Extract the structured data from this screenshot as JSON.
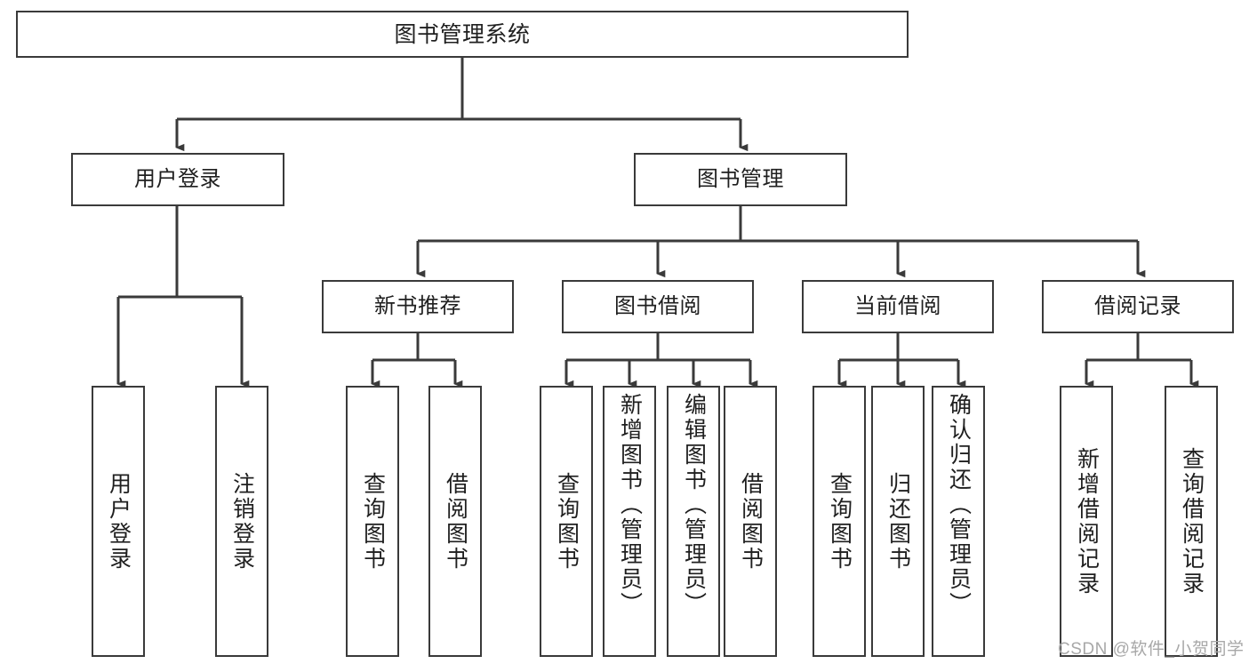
{
  "diagram": {
    "type": "hierarchy-tree",
    "title": "图书管理系统",
    "root": {
      "id": "root",
      "label": "图书管理系统"
    },
    "level2": [
      {
        "id": "user-login",
        "label": "用户登录"
      },
      {
        "id": "book-management",
        "label": "图书管理"
      }
    ],
    "level3": [
      {
        "id": "new-book-recommend",
        "label": "新书推荐"
      },
      {
        "id": "book-borrow",
        "label": "图书借阅"
      },
      {
        "id": "current-borrow",
        "label": "当前借阅"
      },
      {
        "id": "borrow-record",
        "label": "借阅记录"
      }
    ],
    "leaves": {
      "user_login": [
        {
          "id": "leaf-user-login",
          "label": "用户登录"
        },
        {
          "id": "leaf-logout-login",
          "label": "注销登录"
        }
      ],
      "new_book_recommend": [
        {
          "id": "leaf-query-book-1",
          "label": "查询图书"
        },
        {
          "id": "leaf-borrow-book-1",
          "label": "借阅图书"
        }
      ],
      "book_borrow": [
        {
          "id": "leaf-query-book-2",
          "label": "查询图书"
        },
        {
          "id": "leaf-add-book",
          "label": "新增图书（管理员）"
        },
        {
          "id": "leaf-edit-book",
          "label": "编辑图书（管理员）"
        },
        {
          "id": "leaf-borrow-book-2",
          "label": "借阅图书"
        }
      ],
      "current_borrow": [
        {
          "id": "leaf-query-book-3",
          "label": "查询图书"
        },
        {
          "id": "leaf-return-book",
          "label": "归还图书"
        },
        {
          "id": "leaf-confirm-return",
          "label": "确认归还（管理员）"
        }
      ],
      "borrow_record": [
        {
          "id": "leaf-add-record",
          "label": "新增借阅记录"
        },
        {
          "id": "leaf-query-record",
          "label": "查询借阅记录"
        }
      ]
    }
  },
  "watermark": {
    "text": "CSDN @软件_小贺同学"
  },
  "colors": {
    "border": "#3a3a3a",
    "background": "#ffffff",
    "text": "#1f1f1f",
    "connector": "#3a3a3a",
    "watermark": "#a8a8a8"
  }
}
